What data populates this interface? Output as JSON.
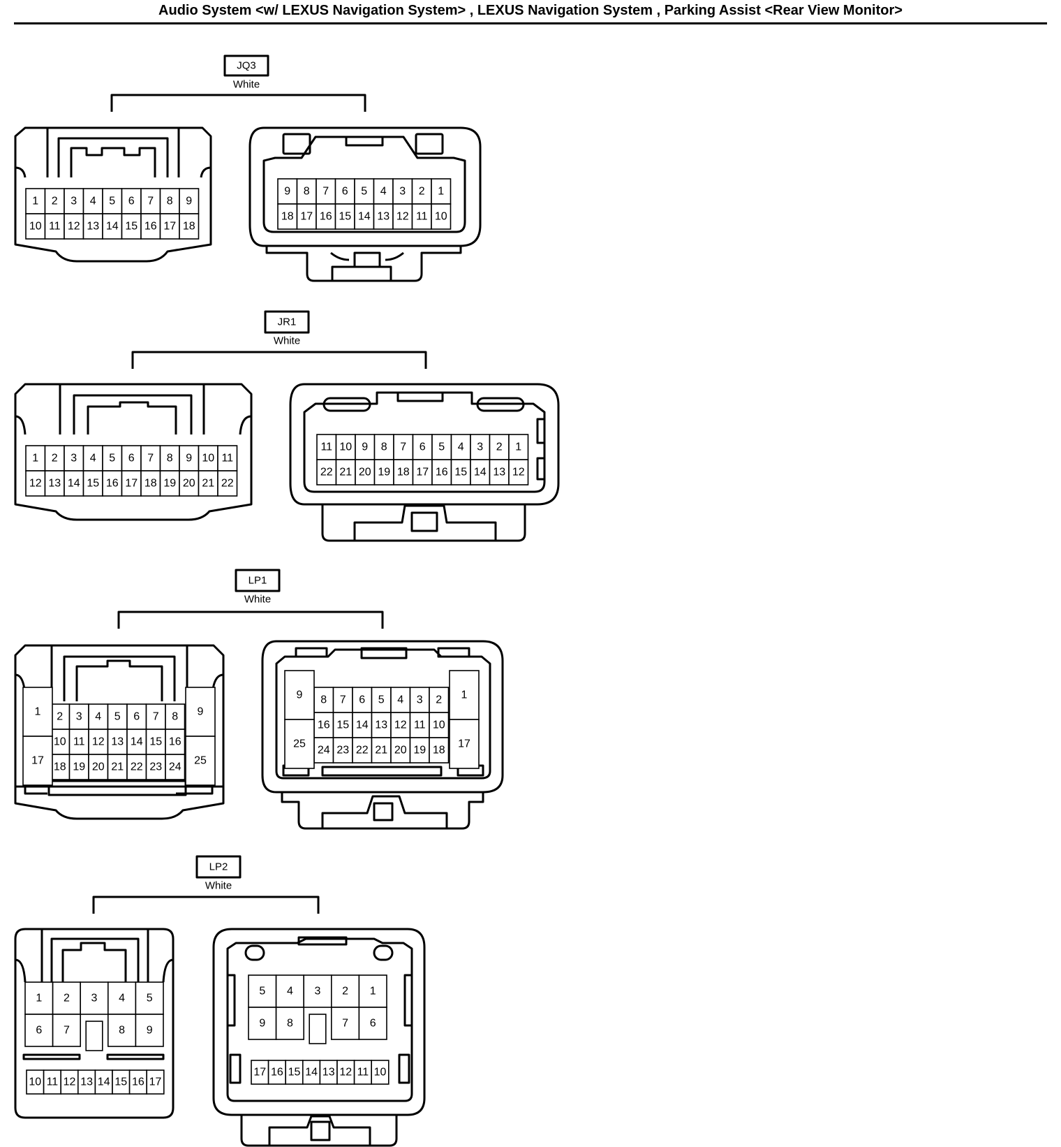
{
  "title": "Audio System <w/ LEXUS Navigation System> , LEXUS Navigation System , Parking Assist <Rear View Monitor>",
  "connectors": [
    {
      "code": "JQ3",
      "color": "White",
      "plug": {
        "rows": [
          [
            "1",
            "2",
            "3",
            "4",
            "5",
            "6",
            "7",
            "8",
            "9"
          ],
          [
            "10",
            "11",
            "12",
            "13",
            "14",
            "15",
            "16",
            "17",
            "18"
          ]
        ]
      },
      "receptacle": {
        "rows": [
          [
            "9",
            "8",
            "7",
            "6",
            "5",
            "4",
            "3",
            "2",
            "1"
          ],
          [
            "18",
            "17",
            "16",
            "15",
            "14",
            "13",
            "12",
            "11",
            "10"
          ]
        ]
      }
    },
    {
      "code": "JR1",
      "color": "White",
      "plug": {
        "rows": [
          [
            "1",
            "2",
            "3",
            "4",
            "5",
            "6",
            "7",
            "8",
            "9",
            "10",
            "11"
          ],
          [
            "12",
            "13",
            "14",
            "15",
            "16",
            "17",
            "18",
            "19",
            "20",
            "21",
            "22"
          ]
        ]
      },
      "receptacle": {
        "rows": [
          [
            "11",
            "10",
            "9",
            "8",
            "7",
            "6",
            "5",
            "4",
            "3",
            "2",
            "1"
          ],
          [
            "22",
            "21",
            "20",
            "19",
            "18",
            "17",
            "16",
            "15",
            "14",
            "13",
            "12"
          ]
        ]
      }
    },
    {
      "code": "LP1",
      "color": "White",
      "plug": {
        "side_left": [
          "1",
          "17"
        ],
        "rows": [
          [
            "2",
            "3",
            "4",
            "5",
            "6",
            "7",
            "8"
          ],
          [
            "10",
            "11",
            "12",
            "13",
            "14",
            "15",
            "16"
          ],
          [
            "18",
            "19",
            "20",
            "21",
            "22",
            "23",
            "24"
          ]
        ],
        "side_right": [
          "9",
          "25"
        ]
      },
      "receptacle": {
        "side_left": [
          "9",
          "25"
        ],
        "rows": [
          [
            "8",
            "7",
            "6",
            "5",
            "4",
            "3",
            "2"
          ],
          [
            "16",
            "15",
            "14",
            "13",
            "12",
            "11",
            "10"
          ],
          [
            "24",
            "23",
            "22",
            "21",
            "20",
            "19",
            "18"
          ]
        ],
        "side_right": [
          "1",
          "17"
        ]
      }
    },
    {
      "code": "LP2",
      "color": "White",
      "plug": {
        "rows": [
          [
            "1",
            "2",
            "3",
            "4",
            "5"
          ],
          [
            "6",
            "7",
            "",
            "8",
            "9"
          ]
        ],
        "bottom_row": [
          "10",
          "11",
          "12",
          "13",
          "14",
          "15",
          "16",
          "17"
        ]
      },
      "receptacle": {
        "rows": [
          [
            "5",
            "4",
            "3",
            "2",
            "1"
          ],
          [
            "9",
            "8",
            "",
            "7",
            "6"
          ]
        ],
        "bottom_row": [
          "17",
          "16",
          "15",
          "14",
          "13",
          "12",
          "11",
          "10"
        ]
      }
    }
  ]
}
